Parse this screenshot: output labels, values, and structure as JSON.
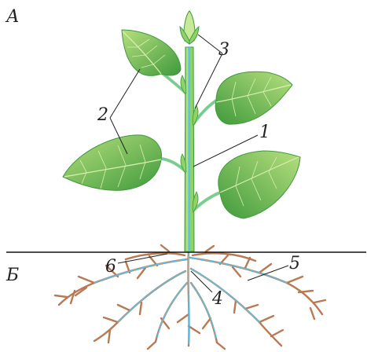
{
  "sections": {
    "shoot": "А",
    "root": "Б"
  },
  "callouts": {
    "n1": "1",
    "n2": "2",
    "n3": "3",
    "n4": "4",
    "n5": "5",
    "n6": "6"
  },
  "colors": {
    "leaf_dark": "#3f9a3c",
    "leaf_light": "#b7df7e",
    "stem": "#8fd26a",
    "vessel": "#5cc3e6",
    "root": "#b77a54",
    "ground_line": "#111111"
  }
}
